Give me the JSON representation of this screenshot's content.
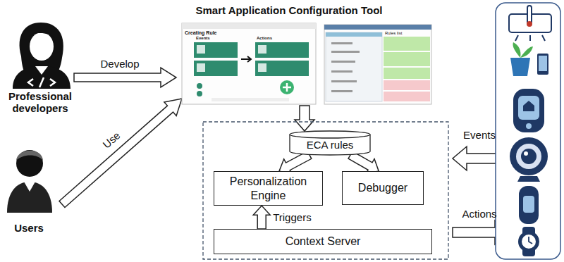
{
  "diagram": {
    "title": "Smart Application Configuration Tool",
    "nodes": [
      {
        "text": [
          "ECA rules"
        ]
      },
      {
        "text": [
          "Personalization Engine"
        ]
      },
      {
        "text": [
          "Debugger"
        ]
      },
      {
        "text": [
          "Context Server"
        ]
      }
    ],
    "edges": [
      {
        "from": 0,
        "to": 1,
        "arrow": "to"
      },
      {
        "from": 0,
        "to": 2,
        "arrow": "to"
      },
      {
        "from": 3,
        "to": 1,
        "label": "Triggers",
        "arrow": "to"
      }
    ],
    "labels": [
      "Professional developers",
      "Users",
      "Develop",
      "Use",
      "Events",
      "Actions",
      "Creating Rule",
      "Events",
      "Actions",
      "Rules list"
    ]
  }
}
